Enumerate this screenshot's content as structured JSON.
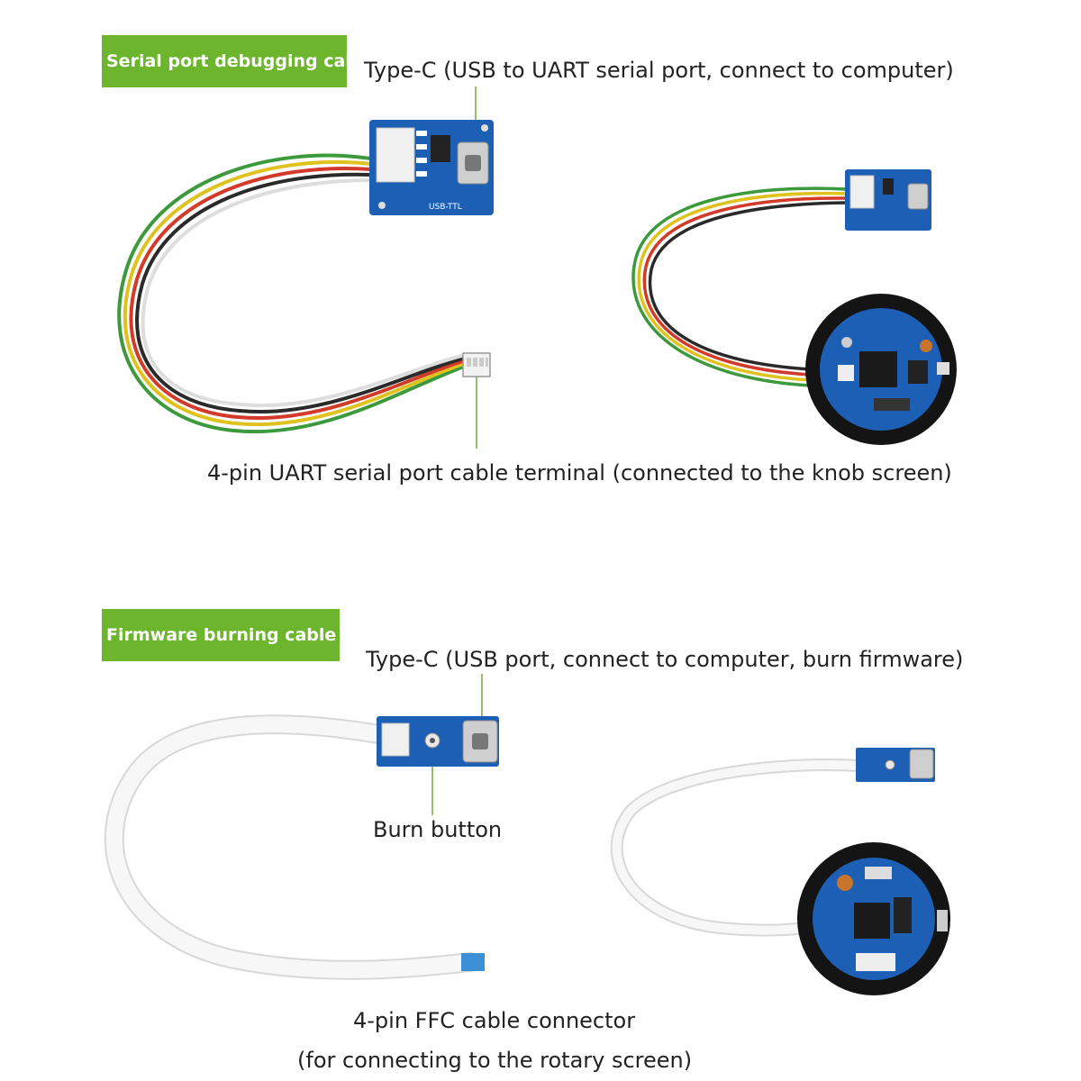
{
  "serial_section": {
    "badge": "Serial port debugging cable",
    "typec_label": "Type-C (USB to UART serial port, connect to computer)",
    "terminal_label": "4-pin UART serial port cable terminal (connected to the knob screen)",
    "board_silkscreen": "USB-TTL"
  },
  "firmware_section": {
    "badge": "Firmware burning cable",
    "typec_label": "Type-C (USB port, connect to computer, burn firmware)",
    "burn_label": "Burn button",
    "ffc_label_line1": "4-pin FFC cable connector",
    "ffc_label_line2": "(for connecting to the rotary screen)"
  },
  "colors": {
    "badge_green": "#6cb52d",
    "pointer_green": "#8fc46a",
    "pcb_blue": "#1d5fb5",
    "wire_red": "#d23a2a",
    "wire_yellow": "#e0c21f",
    "wire_green": "#3c9a3c",
    "wire_black": "#2a2a2a"
  }
}
